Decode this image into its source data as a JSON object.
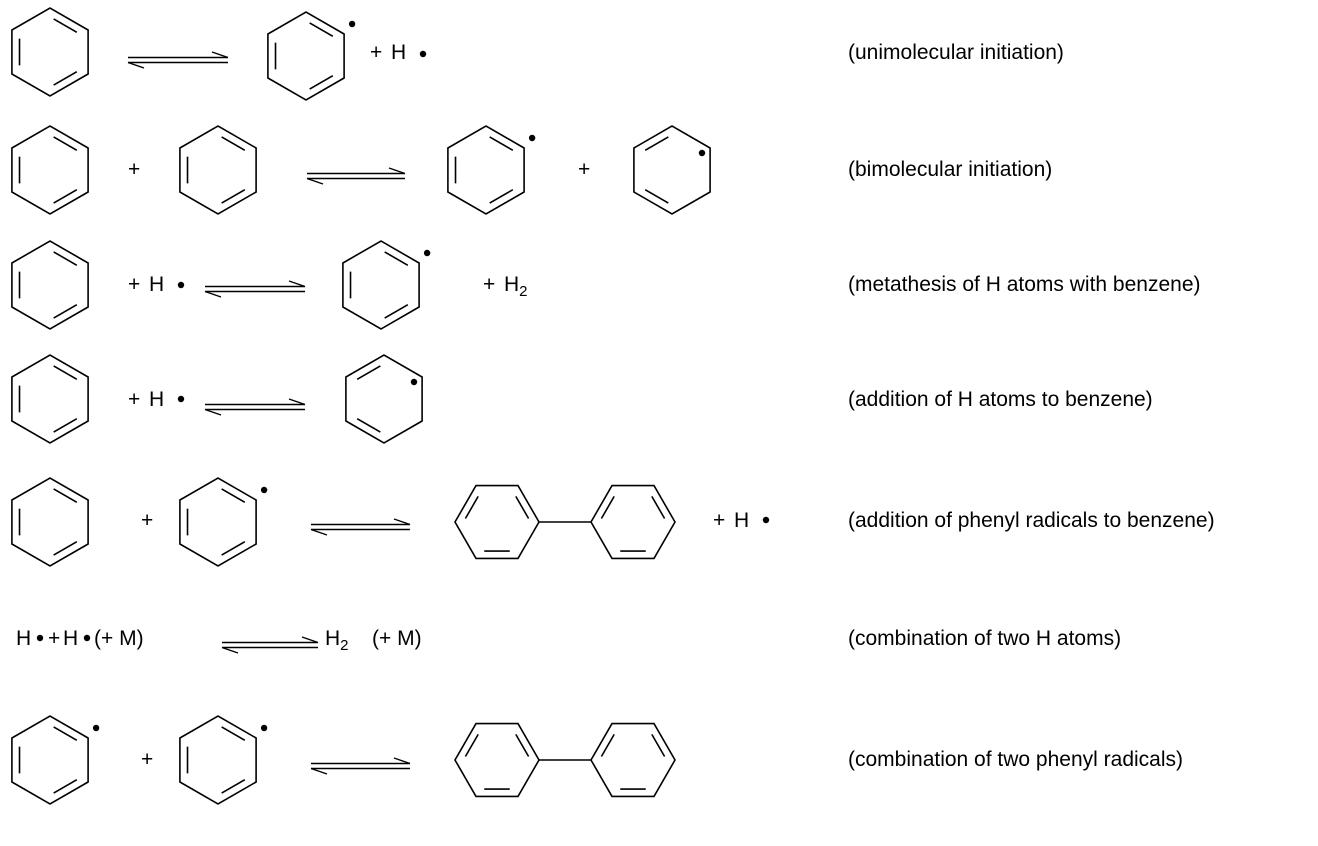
{
  "diagram": {
    "title": "",
    "plus": "+",
    "h_atom": "H",
    "h2": {
      "main": "H",
      "sub": "2"
    },
    "third_body": "(+ M)",
    "reactions": [
      {
        "id": "unimolecular",
        "description": "(unimolecular initiation)"
      },
      {
        "id": "bimolecular",
        "description": "(bimolecular initiation)"
      },
      {
        "id": "metathesis",
        "description": "(metathesis of H atoms with benzene)"
      },
      {
        "id": "addition-h",
        "description": "(addition of  H atoms to benzene)"
      },
      {
        "id": "addition-phenyl",
        "description": "(addition of phenyl radicals to benzene)"
      },
      {
        "id": "combination-h",
        "description": "(combination of two H atoms)"
      },
      {
        "id": "combination-phenyl",
        "description": "(combination of two phenyl radicals)"
      }
    ]
  }
}
